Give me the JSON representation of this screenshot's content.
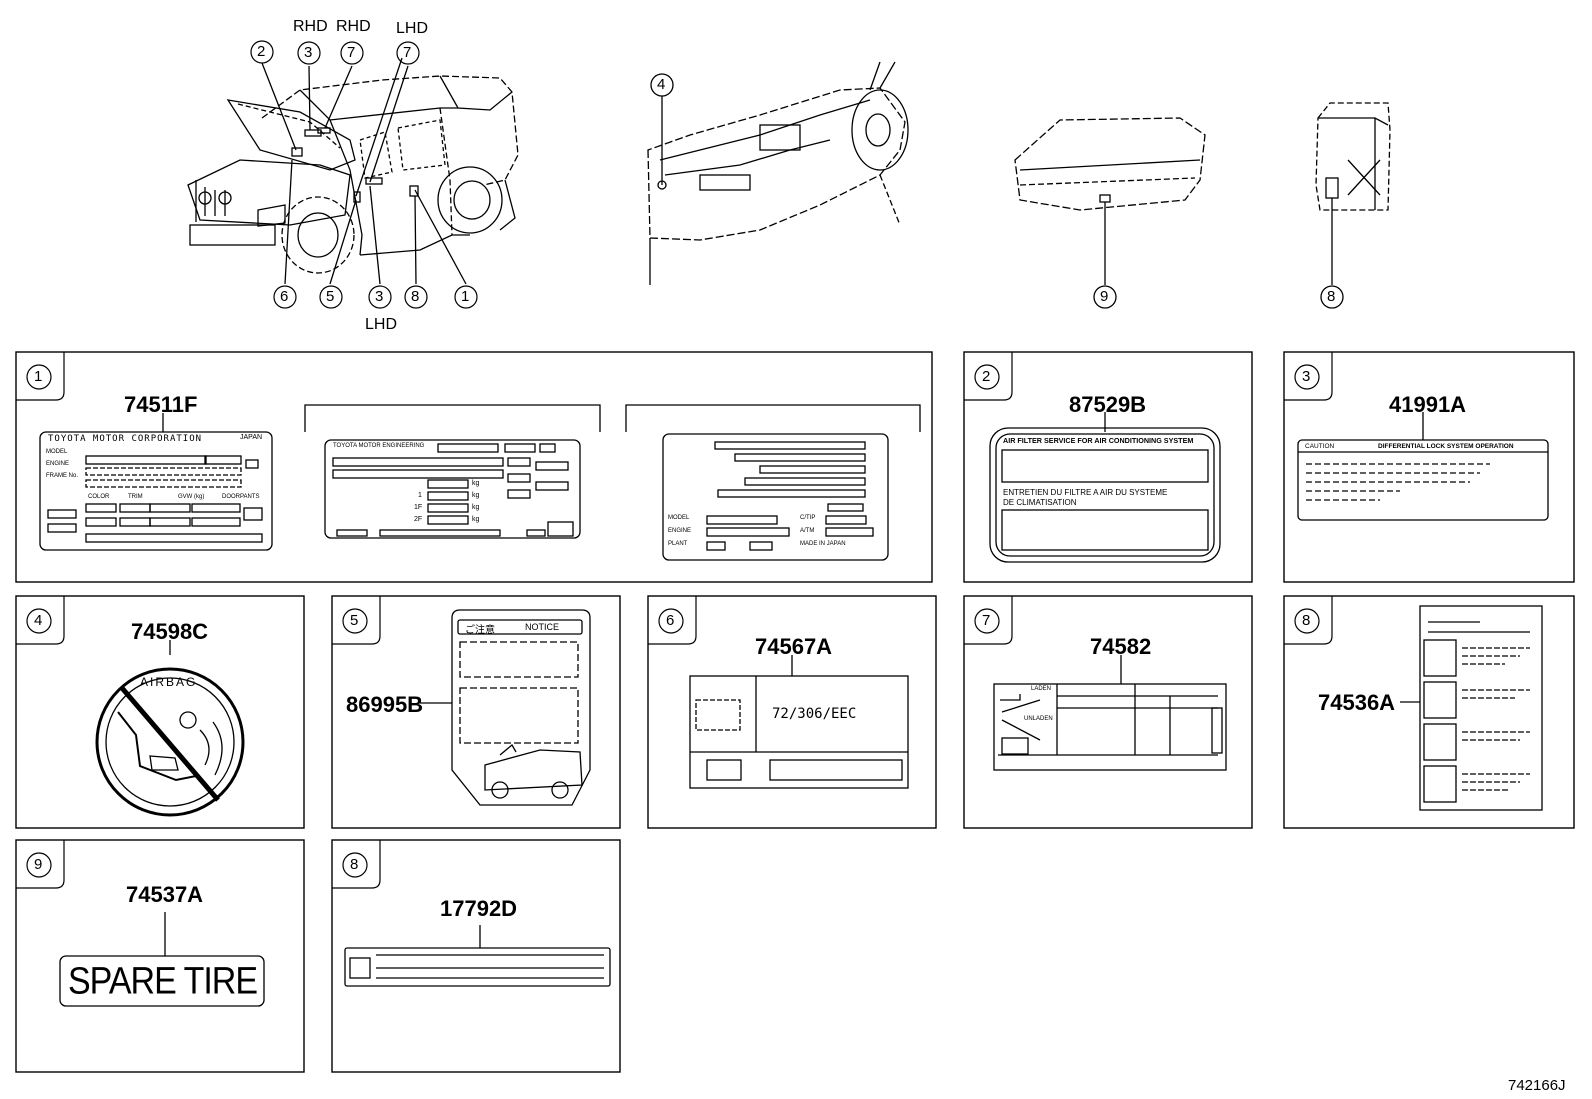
{
  "overview": {
    "tags": {
      "rhd_a": "RHD",
      "rhd_b": "RHD",
      "lhd_a": "LHD",
      "lhd_b": "LHD"
    },
    "callouts_top": [
      "2",
      "3",
      "7",
      "7"
    ],
    "callouts_bottom": [
      "6",
      "5",
      "3",
      "8",
      "1"
    ],
    "dash_callout": "4",
    "cargo_callout": "9",
    "box_callout": "8"
  },
  "panels": {
    "p1": {
      "num": "1",
      "part": "74511F",
      "plate_a": {
        "title": "TOYOTA MOTOR CORPORATION",
        "country": "JAPAN",
        "rows": [
          "MODEL",
          "ENGINE",
          "FRAME No."
        ],
        "cols": [
          "COLOR",
          "TRIM",
          "GVW (kg)",
          "DOORPANTS"
        ]
      },
      "plate_b": {
        "title": "TOYOTA MOTOR ENGINEERING",
        "units": [
          "kg",
          "kg",
          "kg",
          "kg"
        ],
        "axles": [
          "1",
          "1F",
          "2F"
        ]
      },
      "plate_c": {
        "rows": [
          "MODEL",
          "ENGINE",
          "PLANT"
        ],
        "right": [
          "C/TIP",
          "A/TM"
        ],
        "made": "MADE IN JAPAN"
      }
    },
    "p2": {
      "num": "2",
      "part": "87529B",
      "line1": "AIR FILTER SERVICE FOR AIR CONDITIONING SYSTEM",
      "line2": "ENTRETIEN DU FILTRE A AIR DU SYSTEME",
      "line3": "DE CLIMATISATION"
    },
    "p3": {
      "num": "3",
      "part": "41991A",
      "caution": "CAUTION",
      "heading": "DIFFERENTIAL LOCK SYSTEM OPERATION"
    },
    "p4": {
      "num": "4",
      "part": "74598C",
      "word": "AIRBAG"
    },
    "p5": {
      "num": "5",
      "part": "86995B",
      "jp": "ご注意",
      "notice": "NOTICE"
    },
    "p6": {
      "num": "6",
      "part": "74567A",
      "code": "72/306/EEC"
    },
    "p7": {
      "num": "7",
      "part": "74582",
      "laden": "LADEN",
      "unladen": "UNLADEN"
    },
    "p8a": {
      "num": "8",
      "part": "74536A"
    },
    "p9": {
      "num": "9",
      "part": "74537A",
      "text": "SPARE TIRE"
    },
    "p8b": {
      "num": "8",
      "part": "17792D"
    }
  },
  "figure_id": "742166J"
}
